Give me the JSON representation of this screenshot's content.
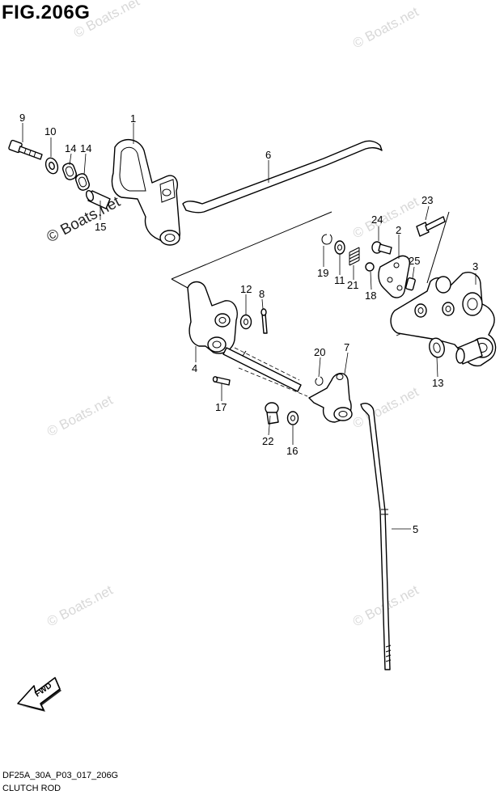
{
  "figure": {
    "title": "FIG.206G",
    "code": "DF25A_30A_P03_017_206G",
    "name": "CLUTCH ROD"
  },
  "watermark": {
    "text": "© Boats.net"
  },
  "fwd_arrow": {
    "label": "FWD"
  },
  "callouts": [
    "1",
    "2",
    "3",
    "4",
    "5",
    "6",
    "7",
    "8",
    "9",
    "10",
    "11",
    "12",
    "13",
    "14",
    "14",
    "15",
    "16",
    "17",
    "18",
    "19",
    "20",
    "21",
    "22",
    "23",
    "24",
    "25"
  ]
}
